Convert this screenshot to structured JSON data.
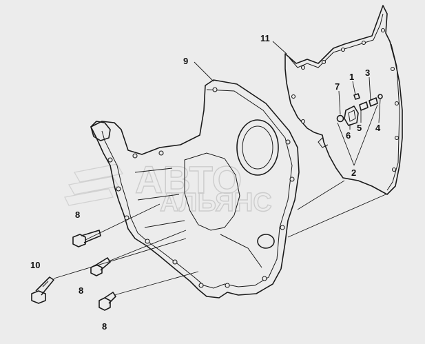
{
  "callouts": {
    "1": "1",
    "2": "2",
    "3": "3",
    "4": "4",
    "5": "5",
    "6": "6",
    "7": "7",
    "8": "8",
    "9": "9",
    "10": "10",
    "11": "11"
  },
  "watermark": {
    "line1": "АВТО",
    "line2": "АЛЬЯНС"
  },
  "colors": {
    "background": "#ececec",
    "line": "#1a1a1a",
    "watermark": "#c9c9c9"
  }
}
